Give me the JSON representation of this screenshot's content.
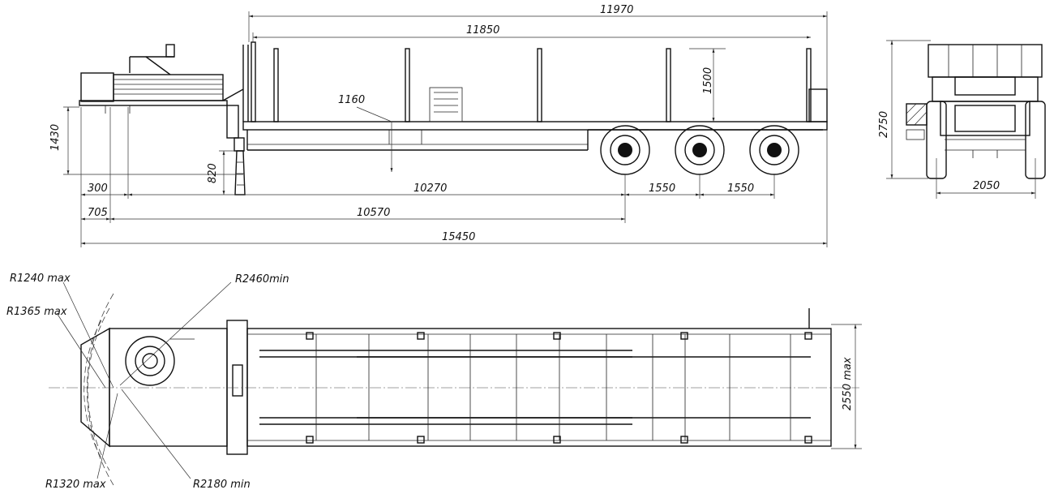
{
  "dimensions": {
    "deck_length": "11970",
    "stake_span": "11850",
    "stake_height": "1500",
    "deck_height": "1160",
    "fifth_wheel_height": "1430",
    "support_height": "820",
    "front_overhang": "300",
    "kingpin_to_axle": "10270",
    "axle_spacing_1": "1550",
    "axle_spacing_2": "1550",
    "front_offset": "705",
    "front_to_axle": "10570",
    "overall_length": "15450",
    "total_height": "2750",
    "track_width": "2050",
    "overall_width": "2550 max"
  },
  "radii": {
    "r1240": "R1240 max",
    "r1365": "R1365 max",
    "r2460": "R2460min",
    "r1320": "R1320 max",
    "r2180": "R2180 min"
  }
}
